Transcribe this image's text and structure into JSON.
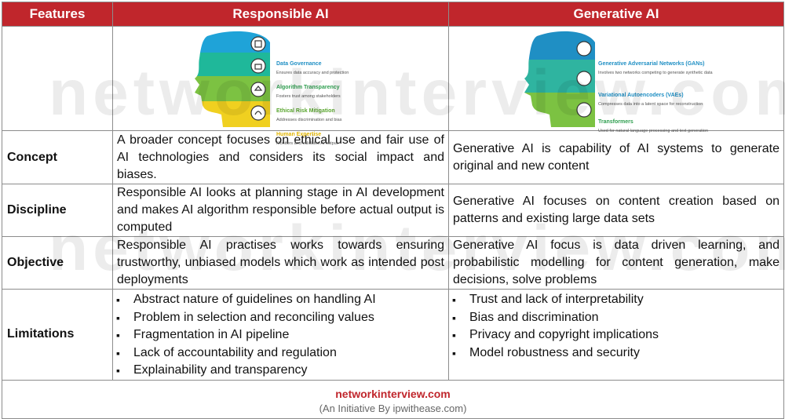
{
  "header": {
    "col1": "Features",
    "col2": "Responsible AI",
    "col3": "Generative AI"
  },
  "responsible_graphic": {
    "items": [
      {
        "title": "Data Governance",
        "desc": "Ensures data accuracy and protection",
        "color": "#1f8fc4"
      },
      {
        "title": "Algorithm Transparency",
        "desc": "Fosters trust among stakeholders",
        "color": "#2e9e4f"
      },
      {
        "title": "Ethical Risk Mitigation",
        "desc": "Addresses discrimination and bias",
        "color": "#5aa62f"
      },
      {
        "title": "Human Expertise",
        "desc": "Monitors and validates AI output",
        "color": "#e0b400"
      }
    ]
  },
  "generative_graphic": {
    "items": [
      {
        "title": "Generative Adversarial Networks (GANs)",
        "desc": "Involves two networks competing to generate synthetic data",
        "color": "#1f8fc4"
      },
      {
        "title": "Variational Autoencoders (VAEs)",
        "desc": "Compresses data into a latent space for reconstruction",
        "color": "#1f8fc4"
      },
      {
        "title": "Transformers",
        "desc": "Used for natural language processing and text generation",
        "color": "#2e9e4f"
      }
    ]
  },
  "rows": {
    "concept": {
      "label": "Concept",
      "responsible": "A broader concept focuses on ethical use and fair use of AI technologies and considers its social impact and biases.",
      "generative": "Generative AI is capability of AI systems to generate original and new content"
    },
    "discipline": {
      "label": "Discipline",
      "responsible": "Responsible AI looks at planning stage in AI development and makes AI algorithm responsible before actual output is computed",
      "generative": "Generative AI focuses on content creation based on patterns and existing large data sets"
    },
    "objective": {
      "label": "Objective",
      "responsible": "Responsible AI practises works towards ensuring trustworthy, unbiased models which work as intended post deployments",
      "generative": "Generative AI focus is data driven learning, and probabilistic modelling for content generation, make decisions, solve problems"
    },
    "limitations": {
      "label": "Limitations",
      "responsible": [
        "Abstract nature of guidelines on handling AI",
        "Problem in selection and reconciling values",
        "Fragmentation in AI pipeline",
        "Lack of accountability and regulation",
        "Explainability and transparency"
      ],
      "generative": [
        "Trust and lack of interpretability",
        "Bias and discrimination",
        "Privacy and copyright implications",
        "Model robustness and security"
      ]
    }
  },
  "footer": {
    "site": "networkinterview.com",
    "tagline": "(An Initiative By ipwithease.com)"
  },
  "watermark": "networkinterview.com",
  "colors": {
    "header_bg": "#c0262c",
    "footer_site": "#c0262c",
    "border": "#8c8c8c"
  }
}
